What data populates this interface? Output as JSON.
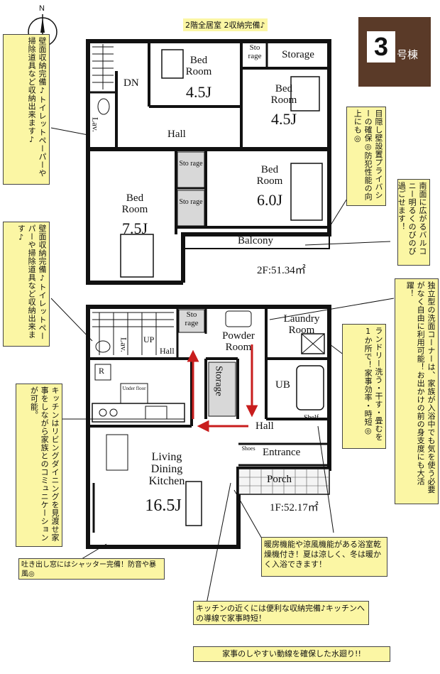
{
  "header": {
    "top_note": "2階全居室 2収納完備♪",
    "compass_n": "N",
    "unit_number": "3",
    "unit_suffix": "号棟"
  },
  "floor2": {
    "dn": "DN",
    "lav": "Lav.",
    "hall": "Hall",
    "bed1_a": "Bed",
    "bed1_b": "Room",
    "bed1_size": "4.5J",
    "storage_small": "Sto rage",
    "storage_large": "Storage",
    "bed2_a": "Bed",
    "bed2_b": "Room",
    "bed2_size": "4.5J",
    "bed3_a": "Bed",
    "bed3_b": "Room",
    "bed3_size": "6.0J",
    "bed4_a": "Bed",
    "bed4_b": "Room",
    "bed4_size": "7.5J",
    "sto_a": "Sto rage",
    "sto_b": "Sto rage",
    "balcony": "Balcony",
    "area": "2F:51.34㎡"
  },
  "floor1": {
    "sto": "Sto rage",
    "lav": "Lav.",
    "up": "UP",
    "hall_top": "Hall",
    "powder_a": "Powder",
    "powder_b": "Room",
    "laundry_a": "Laundry",
    "laundry_b": "Room",
    "r": "R",
    "storage_v": "Storage",
    "ub": "UB",
    "hall": "Hall",
    "shelf": "Shelf",
    "entrance": "Entrance",
    "shoes": "Shoes",
    "porch": "Porch",
    "ldk_a": "Living",
    "ldk_b": "Dining",
    "ldk_c": "Kitchen",
    "ldk_size": "16.5J",
    "area": "1F:52.17㎡",
    "under_floor": "Under floor"
  },
  "notes": {
    "wall_storage_2f": "壁面収納完備♪トイレットペーパーや掃除道具など収納出来ます♪",
    "wall_storage_1f": "壁面収納完備♪トイレットペーパーや掃除道具など収納出来ます♪",
    "blind_window": "目隠し壁設置プライバシーの確保◎防犯性能の向上にも◎",
    "balcony_south": "南面に広がるバルコニー明るくのびのび過ごせます！",
    "washroom": "独立型の洗面コーナーは、家族が入浴中でも気を使う必要がなく自由に利用可能！お出かけの前の身支度にも大活躍！",
    "laundry": "ランドリー洗う・干す・畳むを1か所で！家事効率・時短◎",
    "kitchen": "キッチンはリビングダイニングを見渡せ家事をしながら家族とのコミュニケーションが可能。",
    "bath_dryer": "暖房機能や涼風機能がある浴室乾燥機付き！夏は涼しく、冬は暖かく入浴できます！",
    "shutter": "吐き出し窓にはシャッター完備！防音や暴風◎",
    "kitchen_storage": "キッチンの近くには便利な収納完備♪キッチンへの導線で家事時短！",
    "water_flow": "家事のしやすい動線を確保した水廻り!!"
  }
}
